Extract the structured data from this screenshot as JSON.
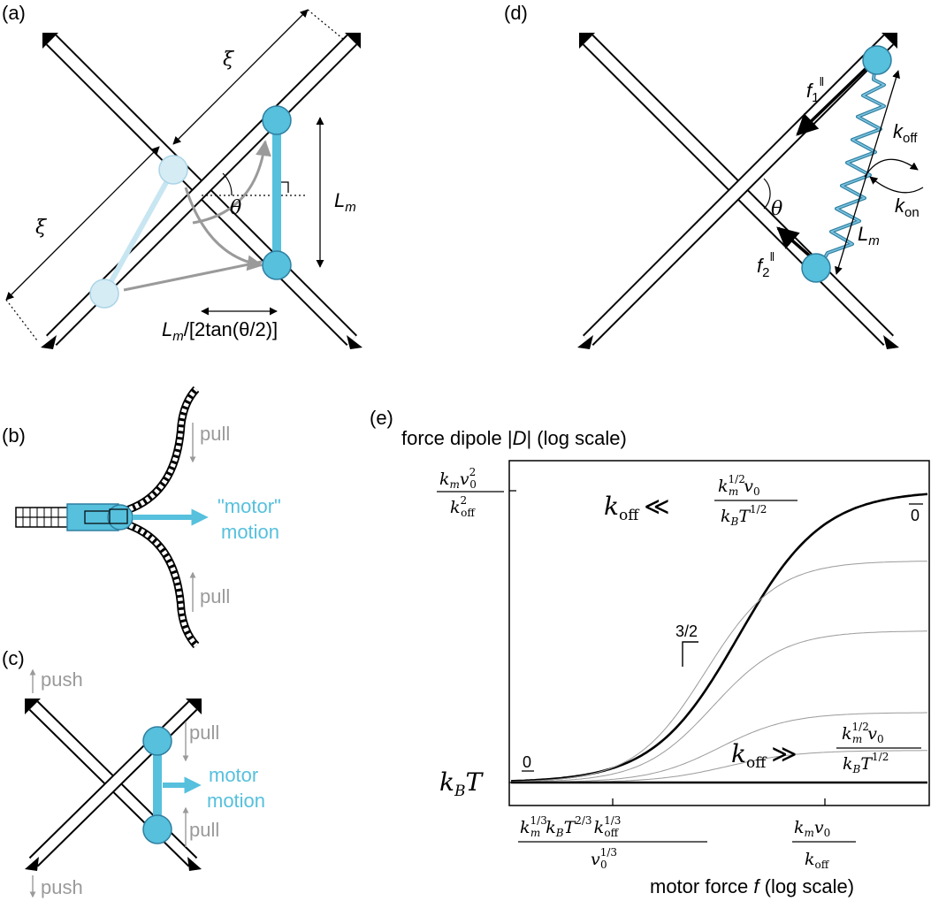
{
  "colors": {
    "motor": "#56c0dd",
    "motor_stroke": "#2f7fa0",
    "motor_faded": "#c8e6f2",
    "gray_arrow": "#9a9a9a",
    "curve_thin": "#9a9a9a",
    "black": "#000000"
  },
  "panel_a": {
    "label": "(a)",
    "xi_top": "ξ",
    "xi_left": "ξ",
    "theta": "θ",
    "lm_sym": "L",
    "lm_sub": "m",
    "bottom_lm_sym": "L",
    "bottom_lm_sub": "m",
    "bottom_rest": "/[2tan(θ/2)]"
  },
  "panel_b": {
    "label": "(b)",
    "pull_top": "pull",
    "pull_bottom": "pull",
    "motor_line1": "\"motor\"",
    "motor_line2": "motion"
  },
  "panel_c": {
    "label": "(c)",
    "push_top": "push",
    "push_bottom": "push",
    "pull_top": "pull",
    "pull_bottom": "pull",
    "motor_line1": "motor",
    "motor_line2": "motion"
  },
  "panel_d": {
    "label": "(d)",
    "f1": "f",
    "f1_sub": "1",
    "f1_sup": "‖",
    "f2": "f",
    "f2_sub": "2",
    "f2_sup": "‖",
    "koff_k": "k",
    "koff_sub": "off",
    "kon_k": "k",
    "kon_sub": "on",
    "theta": "θ",
    "lm_sym": "L",
    "lm_sub": "m"
  },
  "panel_e": {
    "label": "(e)",
    "y_title_pre": "force dipole |",
    "y_title_D": "D",
    "y_title_post": "| (log scale)",
    "x_title_pre": "motor force ",
    "x_title_f": "f",
    "x_title_post": " (log scale)",
    "y_tick_top": "k_m v_0^2 / k_off^2",
    "y_tick_bottom": "k_B T",
    "x_tick_left": "k_m^{1/3} k_B T^{2/3} k_off^{1/3} / v_0^{1/3}",
    "x_tick_right": "k_m v_0 / k_off",
    "slope_label": "3/2",
    "zero_left": "0",
    "zero_right": "0",
    "ann_top": "k_off ≪ k_m^{1/2} v_0 / (k_B T^{1/2})",
    "ann_bottom": "k_off ≫ k_m^{1/2} v_0 / (k_B T^{1/2})"
  },
  "chart_data": {
    "type": "line",
    "xlabel": "motor force f (log scale)",
    "ylabel": "force dipole |D| (log scale)",
    "y_ticks": [
      "k_B T",
      "k_m v_0^2 / k_off^2"
    ],
    "x_ticks": [
      "k_m^{1/3} k_B T^{2/3} k_off^{1/3} / v_0^{1/3}",
      "k_m v_0 / k_off"
    ],
    "series": [
      {
        "name": "k_off ≪ k_m^{1/2} v_0 / (k_B T^{1/2})",
        "low": 0,
        "high": 1.0,
        "emphasis": "thick"
      },
      {
        "name": "",
        "low": 0,
        "high": 0.76,
        "emphasis": "thin"
      },
      {
        "name": "",
        "low": 0,
        "high": 0.52,
        "emphasis": "thin"
      },
      {
        "name": "",
        "low": 0,
        "high": 0.24,
        "emphasis": "thin"
      },
      {
        "name": "",
        "low": 0,
        "high": 0.11,
        "emphasis": "thin"
      },
      {
        "name": "k_off ≫ k_m^{1/2} v_0 / (k_B T^{1/2})",
        "low": 0,
        "high": 0.0,
        "emphasis": "thick"
      }
    ],
    "slope_annotation": "3/2",
    "low_plateau_slope": "0",
    "high_plateau_slope": "0"
  }
}
